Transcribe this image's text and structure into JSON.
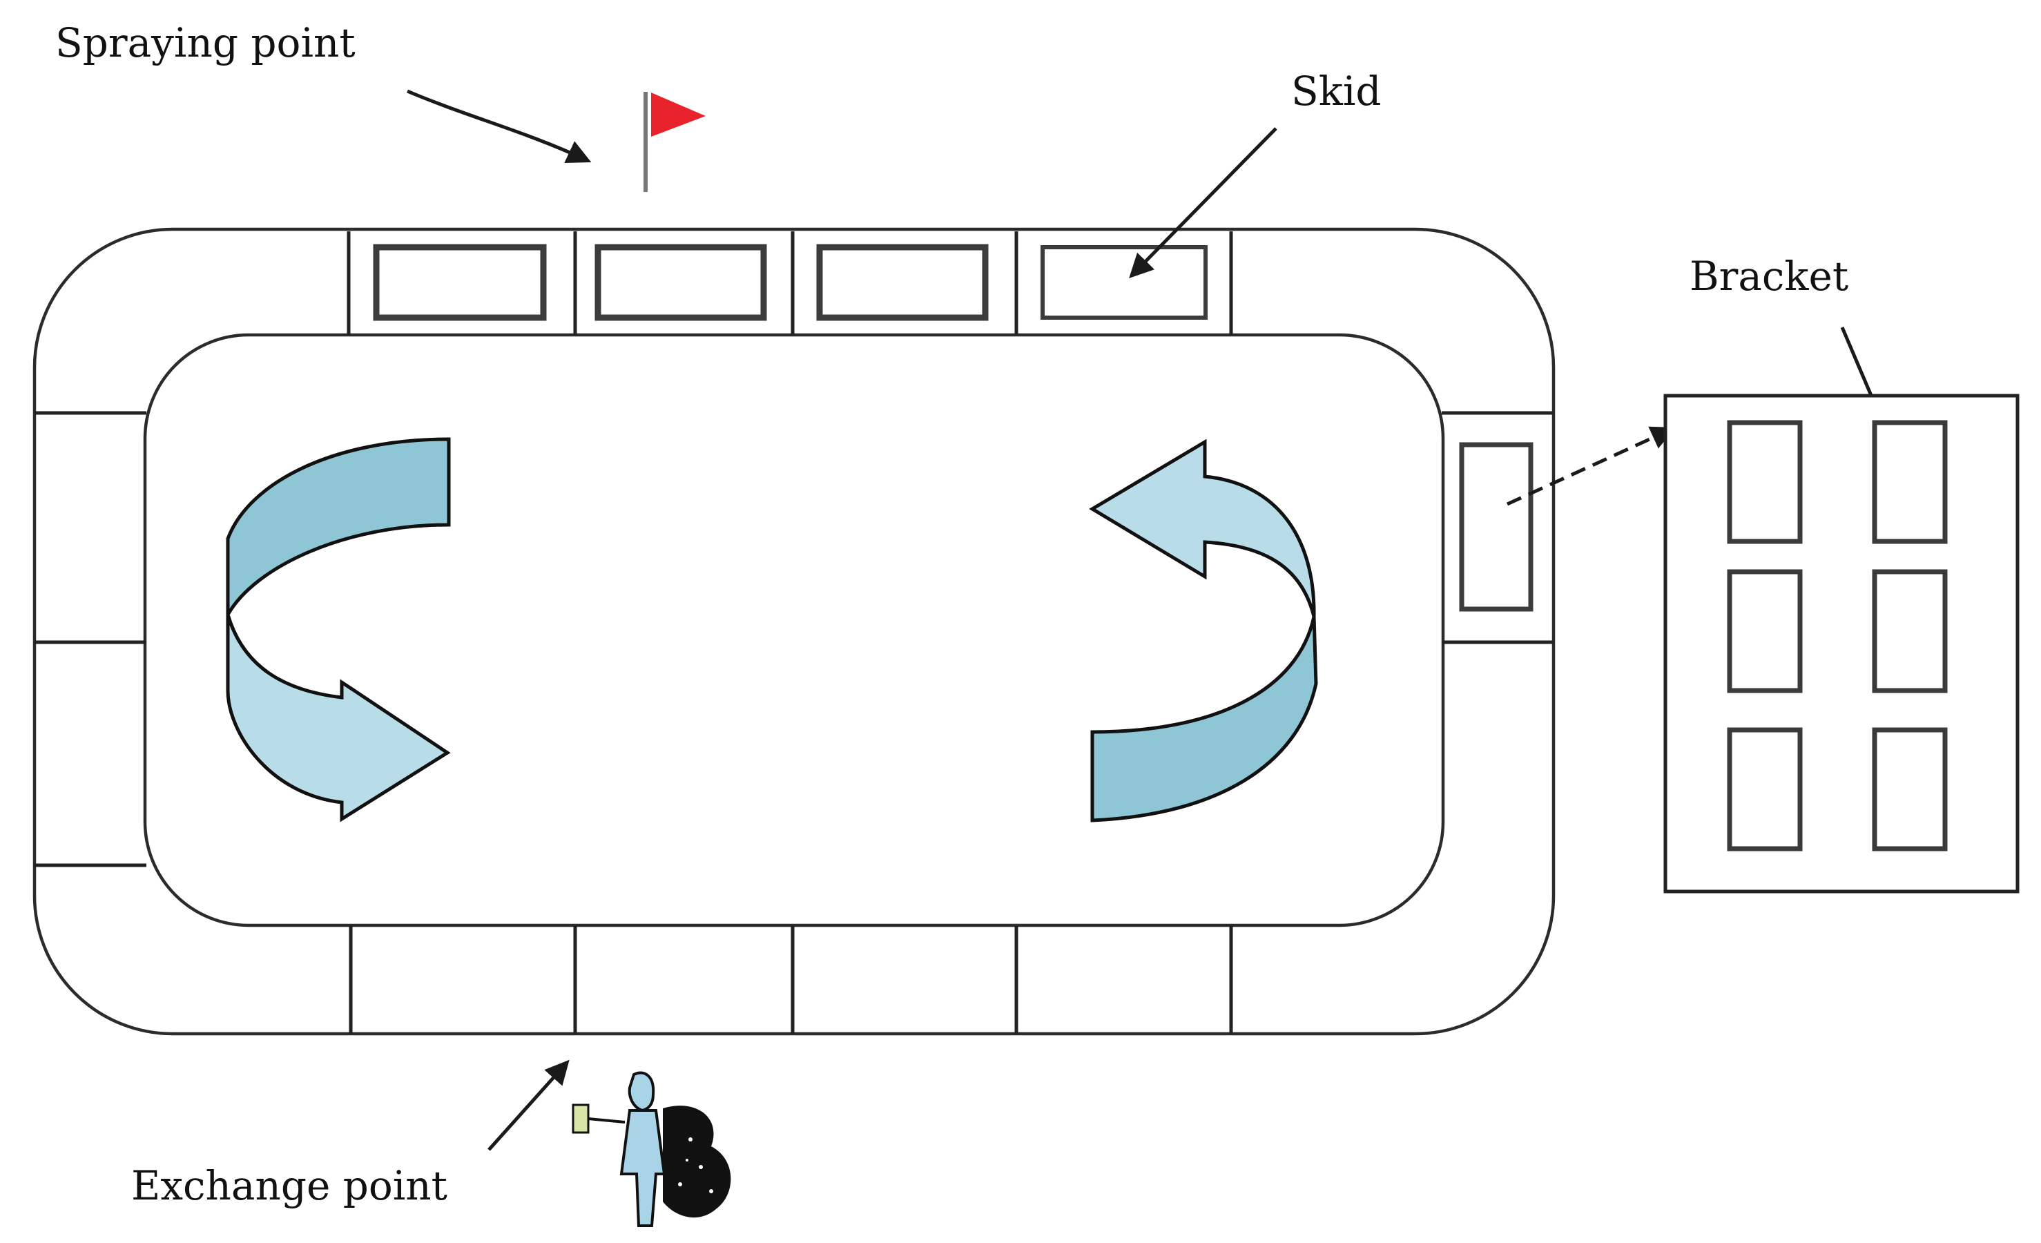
{
  "labels": {
    "spraying_point": "Spraying point",
    "skid": "Skid",
    "bracket": "Bracket",
    "exchange_point": "Exchange point"
  },
  "colors": {
    "flag": "#e8232b",
    "rotation_arrow_dark": "#8ec6d6",
    "rotation_arrow_light": "#b9dde8",
    "outline": "#222222",
    "worker_suit": "#a9d3e6"
  },
  "icons": {
    "flag": "flag-icon",
    "worker": "worker-icon",
    "rotation": "rotation-arrow-icon"
  }
}
